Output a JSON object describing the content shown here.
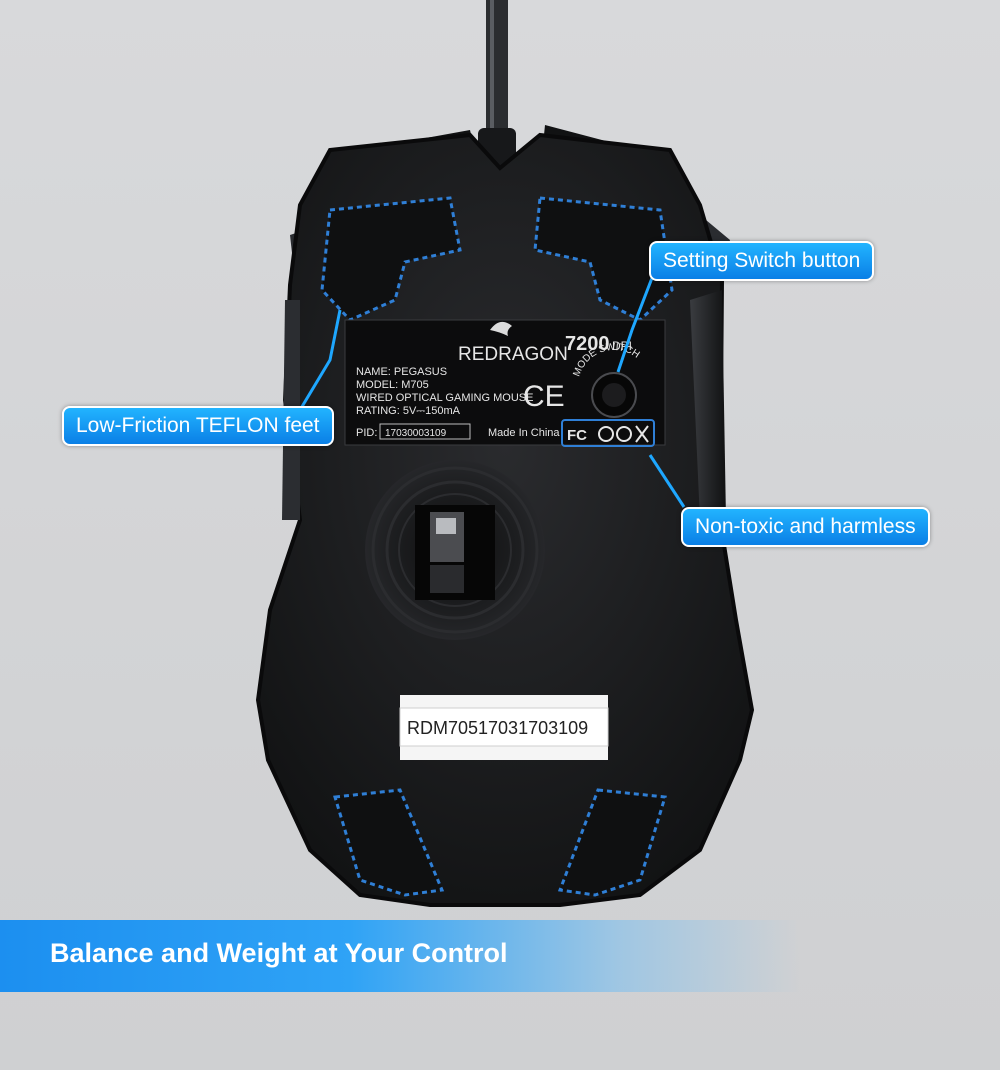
{
  "product": {
    "brand": "REDRAGON",
    "dpi": "7200",
    "dpi_unit": "DPI",
    "label": {
      "name": "NAME: PEGASUS",
      "model": "MODEL: M705",
      "description": "WIRED OPTICAL GAMING MOUSE",
      "rating": "RATING: 5V⎓150mA",
      "pid_label": "PID:",
      "pid_value": "17030003109",
      "origin": "Made In China",
      "ce_mark": "CE",
      "fcc_mark": "FC"
    },
    "switch_arc_text": "MODE SWITCH",
    "serial_sticker": "RDM70517031703109"
  },
  "callouts": {
    "setting_switch": "Setting Switch button",
    "teflon_feet": "Low-Friction TEFLON feet",
    "non_toxic": "Non-toxic and harmless"
  },
  "banner": {
    "text": "Balance and Weight at Your Control"
  },
  "colors": {
    "accent_blue": "#1a8ff0",
    "mouse_body": "#1a1b1d",
    "stitch_blue": "#2f7fd6"
  }
}
